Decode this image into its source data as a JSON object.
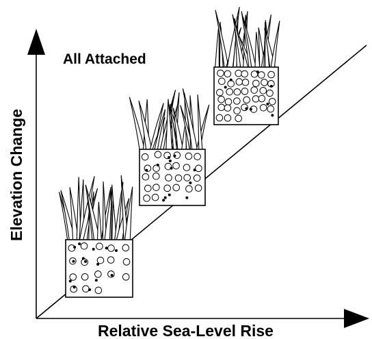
{
  "title": "All Attached",
  "axes": {
    "x_label": "Relative Sea-Level Rise",
    "y_label": "Elevation Change"
  },
  "blocks": [
    {
      "id": "low",
      "grass": "grass-icon",
      "sediment": "soil-block"
    },
    {
      "id": "middle",
      "grass": "grass-icon",
      "sediment": "soil-block"
    },
    {
      "id": "high",
      "grass": "grass-icon",
      "sediment": "soil-block"
    }
  ]
}
